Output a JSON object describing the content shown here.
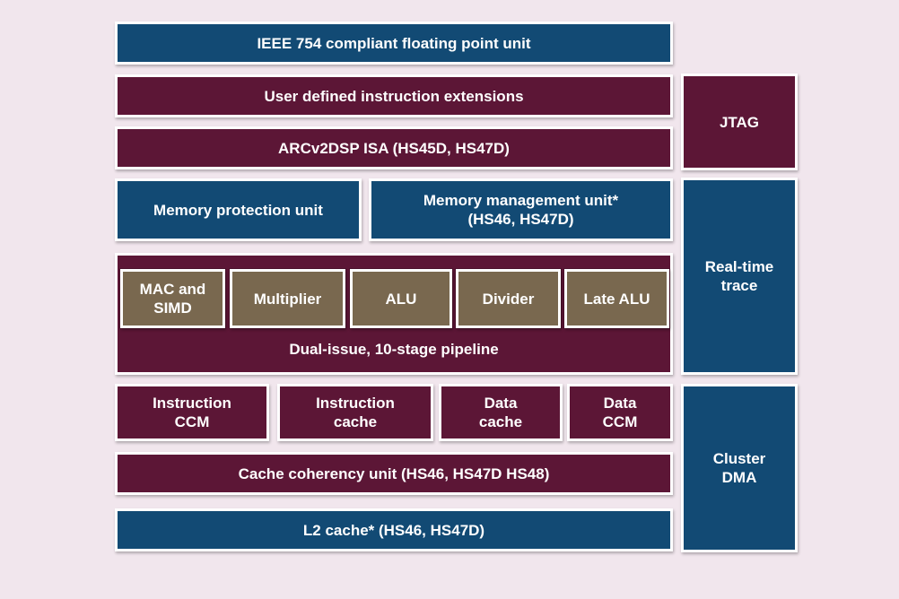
{
  "colors": {
    "background": "#f1e6ed",
    "blue": "#124a74",
    "maroon": "#5c1636",
    "brown": "#79684f",
    "border": "#ffffff"
  },
  "blocks": {
    "fpu": "IEEE 754 compliant floating point unit",
    "user_ext": "User defined instruction extensions",
    "arcv2dsp": "ARCv2DSP ISA (HS45D, HS47D)",
    "mpu": "Memory protection unit",
    "mmu": [
      "Memory management unit*",
      "(HS46, HS47D)"
    ],
    "pipeline": {
      "label": "Dual-issue, 10-stage pipeline",
      "units": [
        [
          "MAC and",
          "SIMD"
        ],
        [
          "Multiplier"
        ],
        [
          "ALU"
        ],
        [
          "Divider"
        ],
        [
          "Late ALU"
        ]
      ]
    },
    "iccm": [
      "Instruction",
      "CCM"
    ],
    "icache": [
      "Instruction",
      "cache"
    ],
    "dcache": [
      "Data",
      "cache"
    ],
    "dccm": [
      "Data",
      "CCM"
    ],
    "coherency": "Cache coherency unit (HS46, HS47D HS48)",
    "l2": "L2 cache* (HS46, HS47D)",
    "jtag": "JTAG",
    "trace": [
      "Real-time",
      "trace"
    ],
    "dma": [
      "Cluster",
      "DMA"
    ]
  }
}
